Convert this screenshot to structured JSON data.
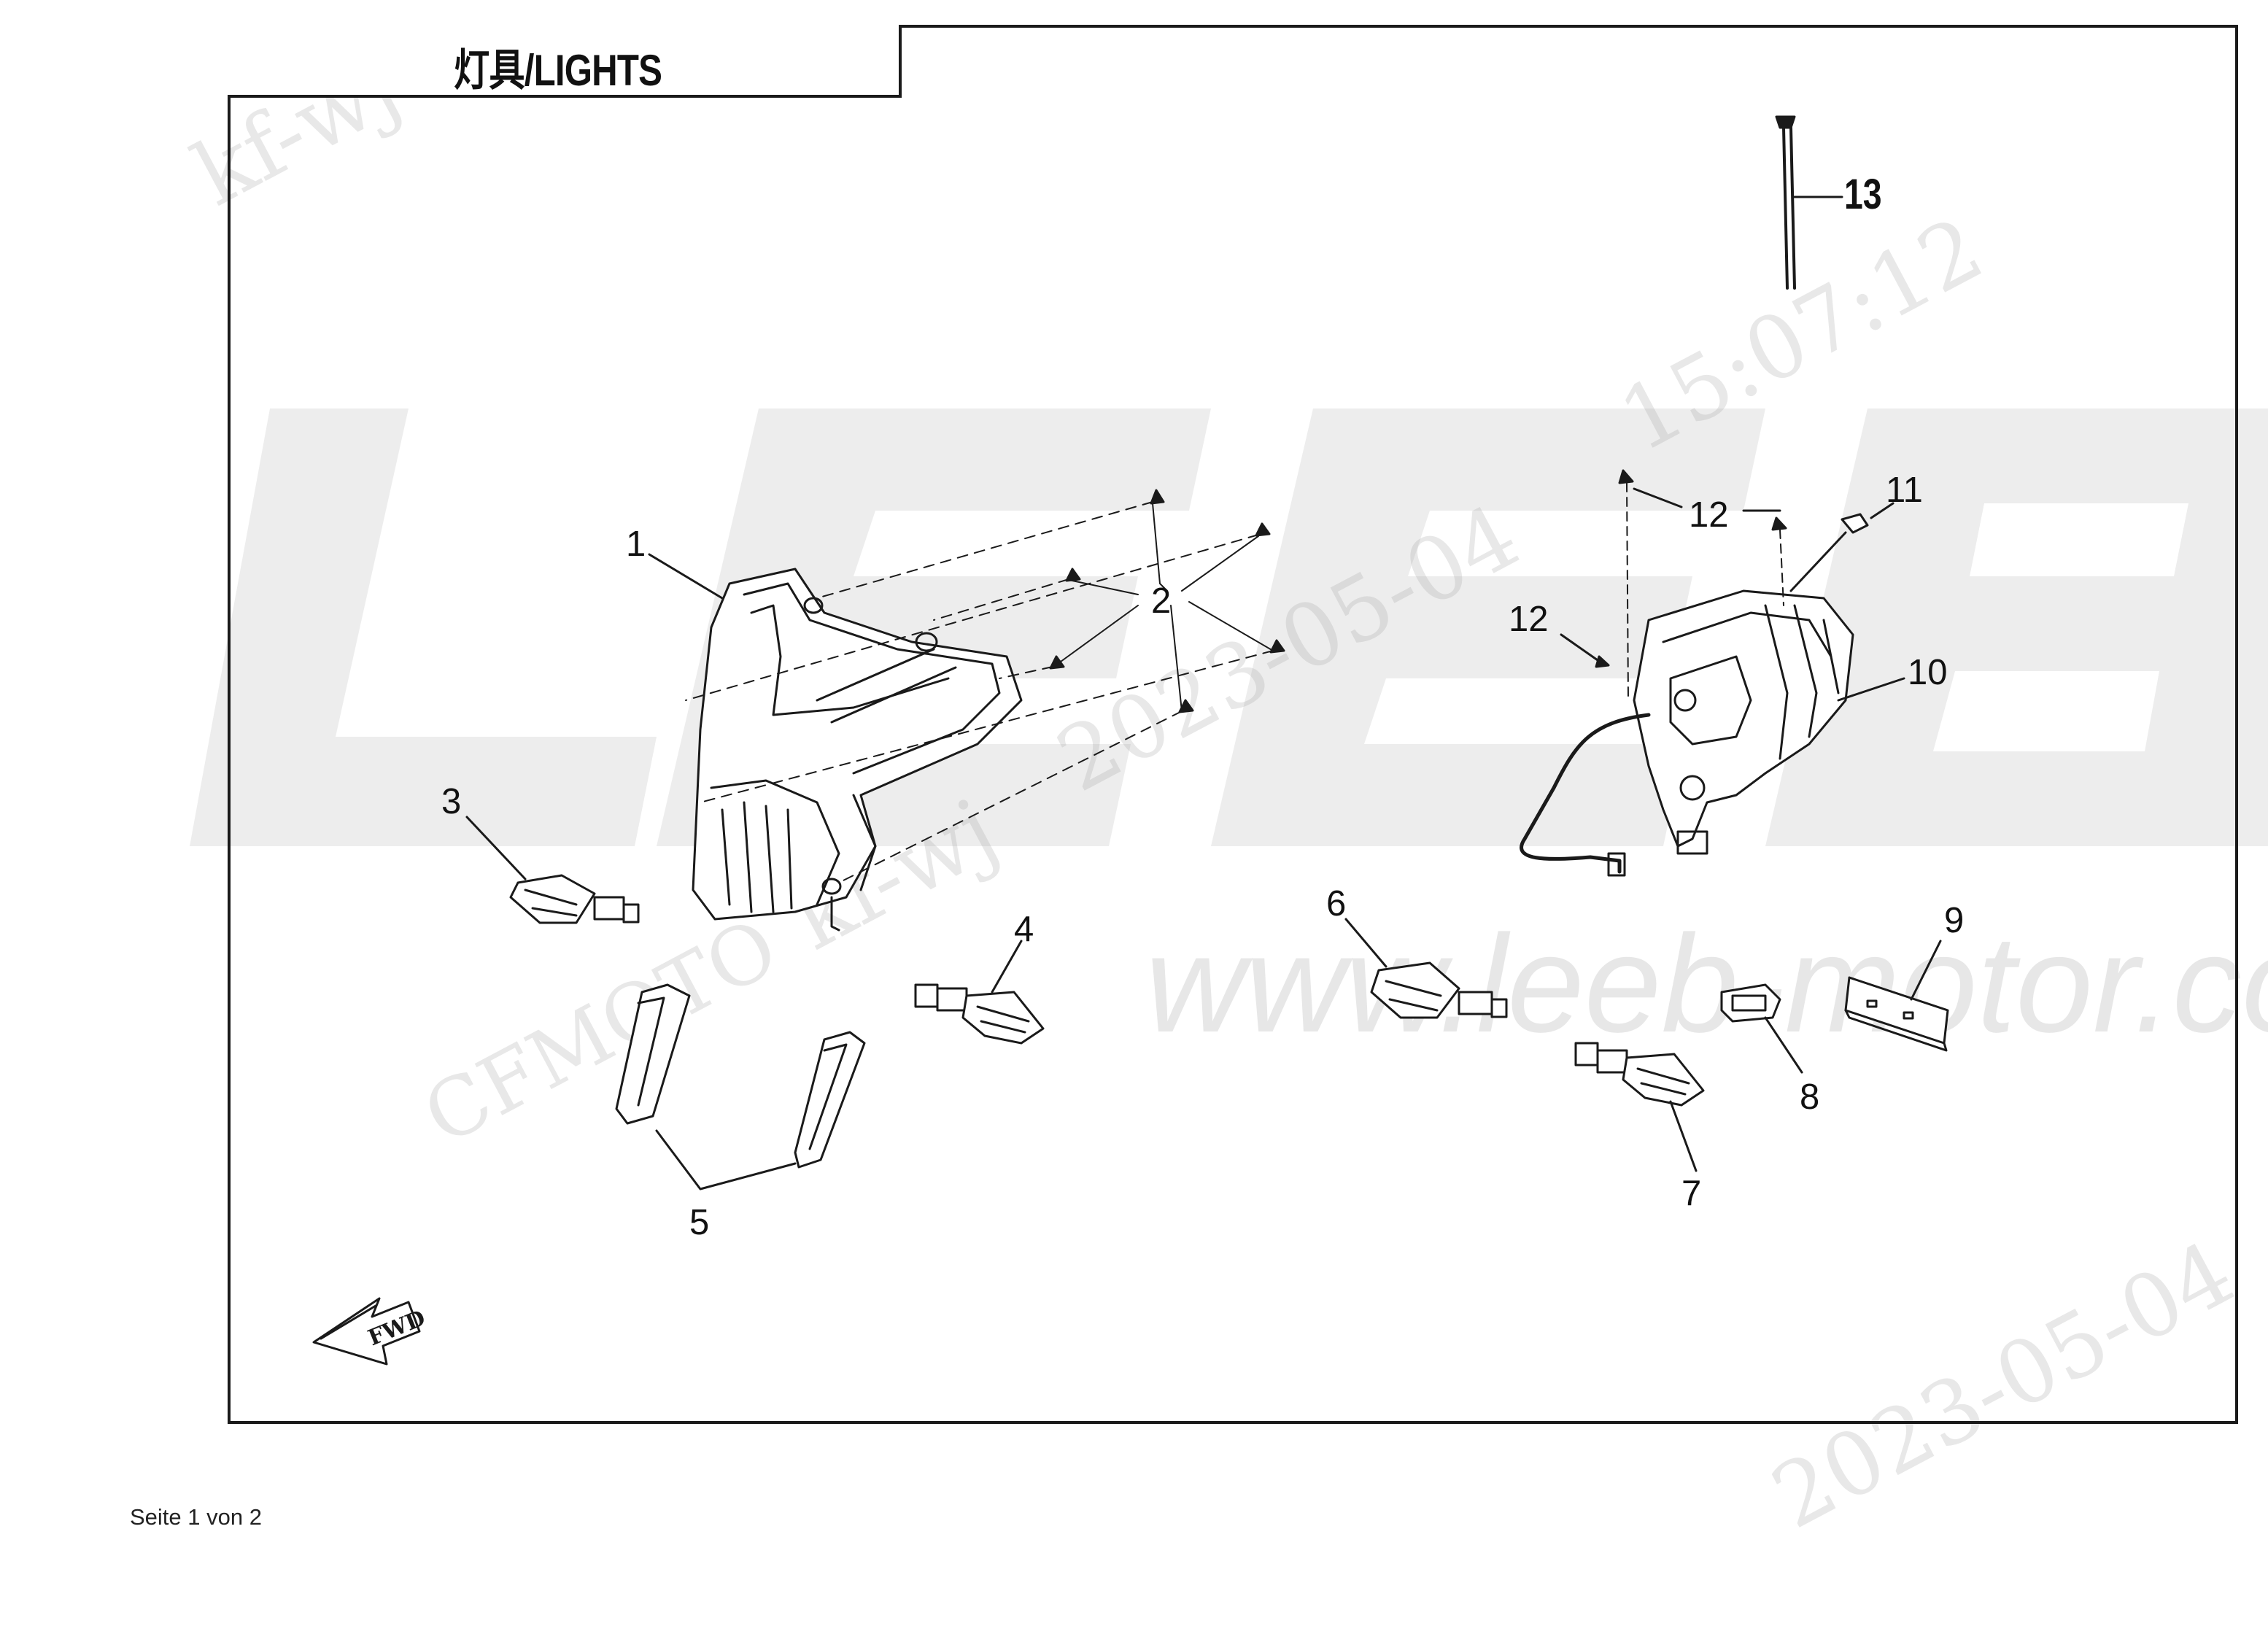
{
  "title": "灯具/LIGHTS",
  "footer": "Seite 1 von 2",
  "colors": {
    "line": "#1a1a1a",
    "watermark": "#e6e6e6"
  },
  "watermarks": {
    "big_text": "LEEB",
    "url": "www.leeb-motor.com",
    "stamp_user": "kf-wj",
    "stamp_brand": "CFMOTO",
    "stamp_date": "2023-05-04",
    "stamp_time": "15:07:12"
  },
  "forward_arrow": "FWD",
  "callouts": [
    "1",
    "2",
    "3",
    "4",
    "5",
    "6",
    "7",
    "8",
    "9",
    "10",
    "11",
    "12",
    "12",
    "13"
  ]
}
